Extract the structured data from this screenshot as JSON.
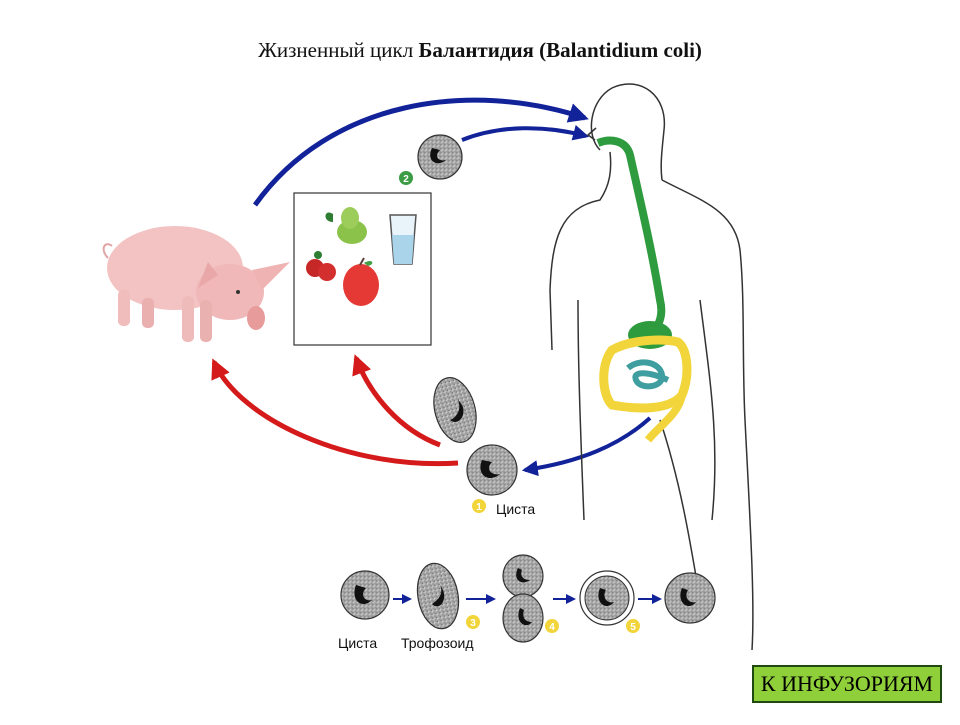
{
  "title": {
    "prefix": "Жизненный цикл ",
    "bold": "Балантидия (Balantidium coli)"
  },
  "labels": {
    "cyst_main": "Циста",
    "stage_cyst": "Циста",
    "stage_trophozoite": "Трофозоид"
  },
  "stage_markers": [
    "1",
    "2",
    "3",
    "4",
    "5"
  ],
  "nav": {
    "button_label": "К ИНФУЗОРИЯМ"
  },
  "colors": {
    "transmission_arrow": "#12239a",
    "excretion_arrow": "#d41a1a",
    "digestive_upper": "#2e9b3e",
    "large_intestine": "#f2d53a",
    "small_intestine": "#3f9ea0",
    "marker_yellow": "#f2d53a",
    "marker_green": "#3c9b45",
    "button_bg": "#8fcf3a"
  },
  "icons": [
    "pig-icon",
    "pear-icon",
    "raspberry-icon",
    "apple-icon",
    "water-glass-icon",
    "human-body-icon",
    "cyst-icon",
    "trophozoite-icon"
  ]
}
